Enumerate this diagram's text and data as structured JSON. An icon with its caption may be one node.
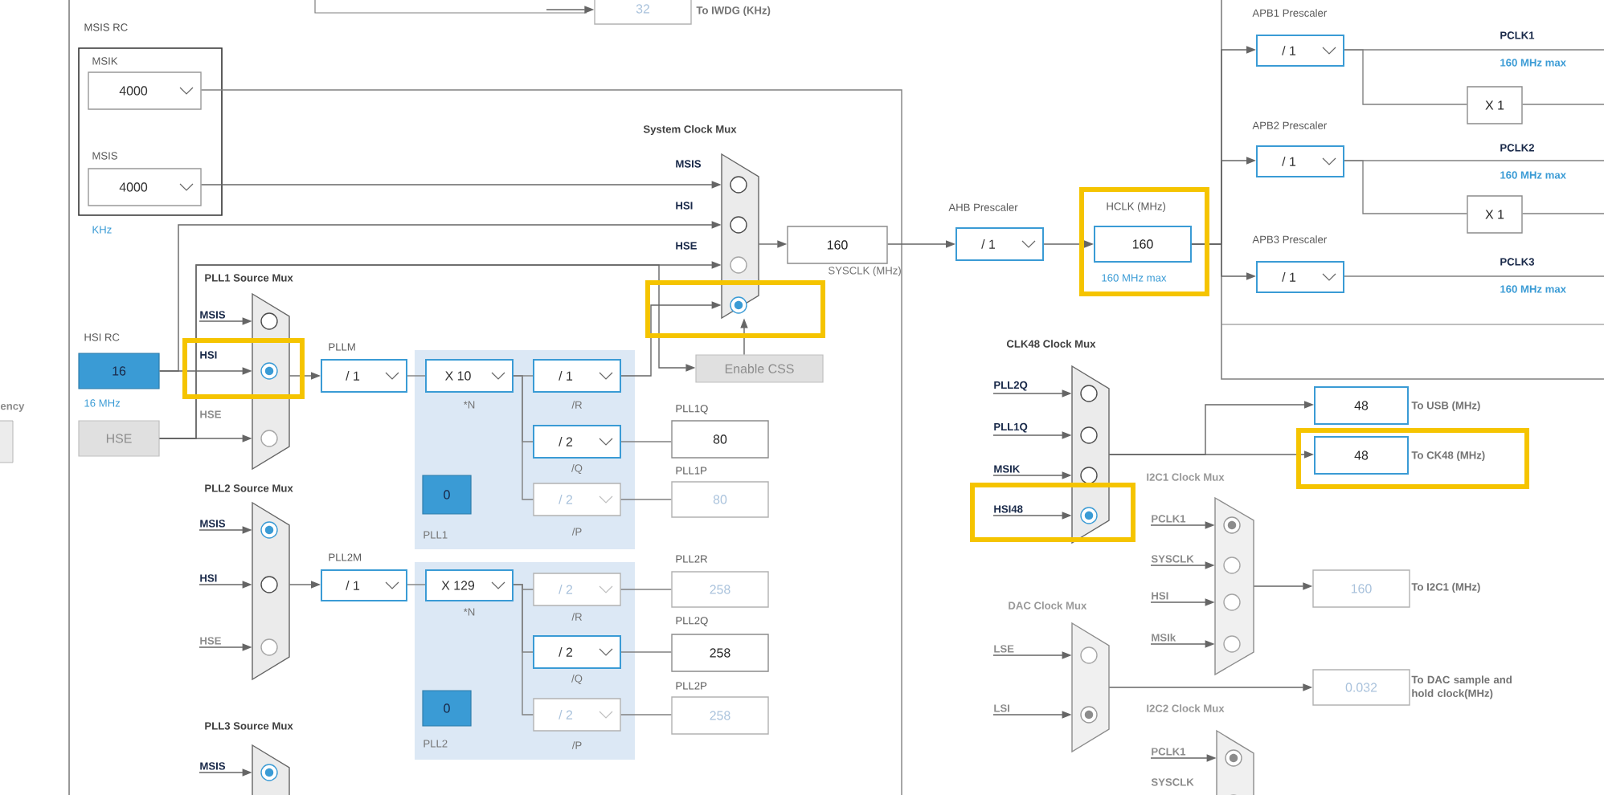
{
  "diagram": {
    "nodes": [
      {
        "text": [
          "32"
        ],
        "beside": [
          "To IWDG (KHz)"
        ]
      },
      {
        "text": [
          "MSIS RC"
        ],
        "beside": [
          "KHz"
        ]
      },
      {
        "text": [
          "MSIK",
          "4000"
        ],
        "in": 1
      },
      {
        "text": [
          "MSIS",
          "4000"
        ],
        "in": 1
      },
      {
        "text": [
          "HSI RC",
          "16"
        ],
        "beside": [
          "16 MHz"
        ]
      },
      {
        "text": [
          "HSE"
        ]
      },
      {
        "text": [
          "PLL1 Source Mux"
        ]
      },
      {
        "text": [
          "PLLM",
          "/ 1"
        ]
      },
      {
        "text": [
          "X 10"
        ],
        "beside": [
          "*N"
        ]
      },
      {
        "text": [
          "/ 1"
        ],
        "beside": [
          "/R"
        ]
      },
      {
        "text": [
          "/ 2"
        ],
        "beside": [
          "/Q"
        ]
      },
      {
        "text": [
          "/ 2"
        ],
        "beside": [
          "/P"
        ]
      },
      {
        "text": [
          "PLL1Q",
          "80"
        ]
      },
      {
        "text": [
          "PLL1P",
          "80"
        ]
      },
      {
        "text": [
          "0"
        ],
        "beside": [
          "PLL1"
        ]
      },
      {
        "text": [
          "System Clock Mux"
        ]
      },
      {
        "text": [
          "160"
        ],
        "beside": [
          "SYSCLK (MHz)"
        ]
      },
      {
        "text": [
          "Enable CSS"
        ]
      },
      {
        "text": [
          "AHB Prescaler",
          "/ 1"
        ]
      },
      {
        "text": [
          "HCLK (MHz)",
          "160"
        ],
        "beside": [
          "160 MHz max"
        ]
      },
      {
        "text": [
          "APB1 Prescaler",
          "/ 1"
        ]
      },
      {
        "text": [
          "X 1"
        ]
      },
      {
        "text": [
          "APB2 Prescaler",
          "/ 1"
        ]
      },
      {
        "text": [
          "X 1"
        ]
      },
      {
        "text": [
          "APB3 Prescaler",
          "/ 1"
        ]
      },
      {
        "text": [
          "CLK48 Clock Mux"
        ]
      },
      {
        "text": [
          "48"
        ],
        "beside": [
          "To USB (MHz)"
        ]
      },
      {
        "text": [
          "48"
        ],
        "beside": [
          "To CK48 (MHz)"
        ]
      },
      {
        "text": [
          "I2C1 Clock Mux"
        ]
      },
      {
        "text": [
          "160"
        ],
        "beside": [
          "To I2C1 (MHz)"
        ]
      },
      {
        "text": [
          "DAC Clock Mux"
        ]
      },
      {
        "text": [
          "0.032"
        ],
        "beside": [
          "To DAC sample and hold clock(MHz)"
        ]
      },
      {
        "text": [
          "I2C2 Clock Mux"
        ]
      },
      {
        "text": [
          "PLL2 Source Mux"
        ]
      },
      {
        "text": [
          "PLL2M",
          "/ 1"
        ]
      },
      {
        "text": [
          "X 129"
        ],
        "beside": [
          "*N"
        ]
      },
      {
        "text": [
          "/ 2"
        ],
        "beside": [
          "/R"
        ]
      },
      {
        "text": [
          "/ 2"
        ],
        "beside": [
          "/Q"
        ]
      },
      {
        "text": [
          "/ 2"
        ],
        "beside": [
          "/P"
        ]
      },
      {
        "text": [
          "PLL2R",
          "258"
        ]
      },
      {
        "text": [
          "PLL2Q",
          "258"
        ]
      },
      {
        "text": [
          "PLL2P",
          "258"
        ]
      },
      {
        "text": [
          "0"
        ],
        "beside": [
          "PLL2"
        ]
      },
      {
        "text": [
          "PLL3 Source Mux"
        ]
      },
      {
        "text": [
          "MSIS"
        ]
      },
      {
        "text": [
          "PLL2Q"
        ]
      },
      {
        "text": [
          "PLL1Q"
        ]
      },
      {
        "text": [
          "MSIK"
        ]
      },
      {
        "text": [
          "HSI48"
        ]
      },
      {
        "text": [
          "PCLK1"
        ]
      },
      {
        "text": [
          "SYSCLK"
        ]
      },
      {
        "text": [
          "HSI"
        ]
      },
      {
        "text": [
          "MSIk"
        ]
      },
      {
        "text": [
          "LSE"
        ]
      },
      {
        "text": [
          "LSI"
        ]
      },
      {
        "text": [
          "PCLK1"
        ]
      },
      {
        "text": [
          "MSIS"
        ]
      },
      {
        "text": [
          "HSI"
        ]
      },
      {
        "text": [
          "HSE"
        ]
      },
      {
        "text": [
          "MSIS"
        ]
      }
    ],
    "edges": [
      {
        "from": null,
        "to": 0,
        "arrow": "to"
      },
      {
        "from": 2,
        "to": null,
        "arrow": "none"
      },
      {
        "from": 3,
        "to": 15,
        "arrow": "to"
      },
      {
        "from": 4,
        "to": 6,
        "arrow": "to"
      },
      {
        "from": 4,
        "to": 15,
        "arrow": "to"
      },
      {
        "from": 5,
        "to": 6,
        "arrow": "to"
      },
      {
        "from": 5,
        "to": 15,
        "arrow": "to"
      },
      {
        "from": 44,
        "to": 6,
        "arrow": "to"
      },
      {
        "from": 6,
        "to": 7,
        "arrow": "to"
      },
      {
        "from": 7,
        "to": 8,
        "arrow": "none"
      },
      {
        "from": 8,
        "to": 9,
        "arrow": "none"
      },
      {
        "from": 8,
        "to": 10,
        "arrow": "none"
      },
      {
        "from": 8,
        "to": 11,
        "arrow": "none"
      },
      {
        "from": 9,
        "to": 15,
        "arrow": "to"
      },
      {
        "from": 5,
        "to": 17,
        "arrow": "to"
      },
      {
        "from": 17,
        "to": 15,
        "arrow": "to"
      },
      {
        "from": 15,
        "to": 16,
        "arrow": "to"
      },
      {
        "from": 16,
        "to": 18,
        "arrow": "to"
      },
      {
        "from": 18,
        "to": 19,
        "arrow": "to"
      },
      {
        "from": 19,
        "to": 20,
        "arrow": "to"
      },
      {
        "from": 19,
        "to": 22,
        "arrow": "to"
      },
      {
        "from": 19,
        "to": 24,
        "arrow": "to"
      },
      {
        "from": 20,
        "to": 21,
        "arrow": "none"
      },
      {
        "from": 22,
        "to": 23,
        "arrow": "none"
      },
      {
        "from": 20,
        "to": null,
        "arrow": "none"
      },
      {
        "from": 21,
        "to": null,
        "arrow": "none"
      },
      {
        "from": 22,
        "to": null,
        "arrow": "none"
      },
      {
        "from": 23,
        "to": null,
        "arrow": "none"
      },
      {
        "from": 24,
        "to": null,
        "arrow": "none"
      },
      {
        "from": 45,
        "to": 25,
        "arrow": "to"
      },
      {
        "from": 46,
        "to": 25,
        "arrow": "to"
      },
      {
        "from": 47,
        "to": 25,
        "arrow": "to"
      },
      {
        "from": 48,
        "to": 25,
        "arrow": "to"
      },
      {
        "from": 25,
        "to": 26,
        "arrow": "to"
      },
      {
        "from": 25,
        "to": 27,
        "arrow": "to"
      },
      {
        "from": 49,
        "to": 28,
        "arrow": "to"
      },
      {
        "from": 50,
        "to": 28,
        "arrow": "to"
      },
      {
        "from": 51,
        "to": 28,
        "arrow": "to"
      },
      {
        "from": 52,
        "to": 28,
        "arrow": "to"
      },
      {
        "from": 28,
        "to": 29,
        "arrow": "to"
      },
      {
        "from": 53,
        "to": 30,
        "arrow": "to"
      },
      {
        "from": 54,
        "to": 30,
        "arrow": "to"
      },
      {
        "from": 30,
        "to": 31,
        "arrow": "to"
      },
      {
        "from": 55,
        "to": 32,
        "arrow": "to"
      },
      {
        "from": 56,
        "to": 33,
        "arrow": "to"
      },
      {
        "from": 57,
        "to": 33,
        "arrow": "to"
      },
      {
        "from": 58,
        "to": 33,
        "arrow": "to"
      },
      {
        "from": 33,
        "to": 34,
        "arrow": "to"
      },
      {
        "from": 34,
        "to": 35,
        "arrow": "none"
      },
      {
        "from": 35,
        "to": 36,
        "arrow": "none"
      },
      {
        "from": 35,
        "to": 37,
        "arrow": "none"
      },
      {
        "from": 35,
        "to": 38,
        "arrow": "none"
      },
      {
        "from": 36,
        "to": 39,
        "arrow": "none"
      },
      {
        "from": 37,
        "to": 40,
        "arrow": "none"
      },
      {
        "from": 38,
        "to": 41,
        "arrow": "none"
      },
      {
        "from": 59,
        "to": 43,
        "arrow": "to"
      },
      {
        "from": 10,
        "to": 12,
        "arrow": "none"
      },
      {
        "from": 11,
        "to": 13,
        "arrow": "none"
      }
    ],
    "labels": [
      "ency",
      "HSI",
      "HSE",
      "MSIS",
      "HSI",
      "HSE",
      "PCLK1",
      "160 MHz max",
      "PCLK2",
      "160 MHz max",
      "PCLK3",
      "160 MHz max",
      "SYSCLK"
    ]
  }
}
